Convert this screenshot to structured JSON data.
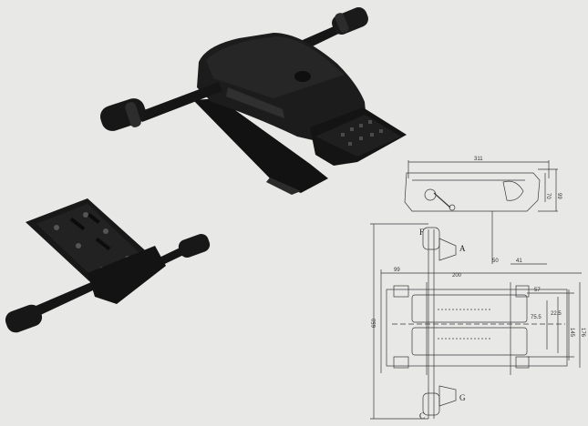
{
  "photo": {
    "background": "#e8e8e7",
    "mechanism_color": "#1b1b1b"
  },
  "drawing": {
    "line_color": "#3a3a3a",
    "dimensions": {
      "top_width": "311",
      "top_height_a": "70",
      "top_height_b": "99",
      "d_99": "99",
      "d_200": "200",
      "d_50": "50",
      "d_41": "41",
      "d_650": "650",
      "d_57": "57",
      "d_75_5": "75.5",
      "d_22_5": "22.5",
      "d_145": "145",
      "d_176": "176"
    },
    "letters": {
      "f": "F",
      "a": "A",
      "g": "G",
      "c": "C"
    }
  }
}
